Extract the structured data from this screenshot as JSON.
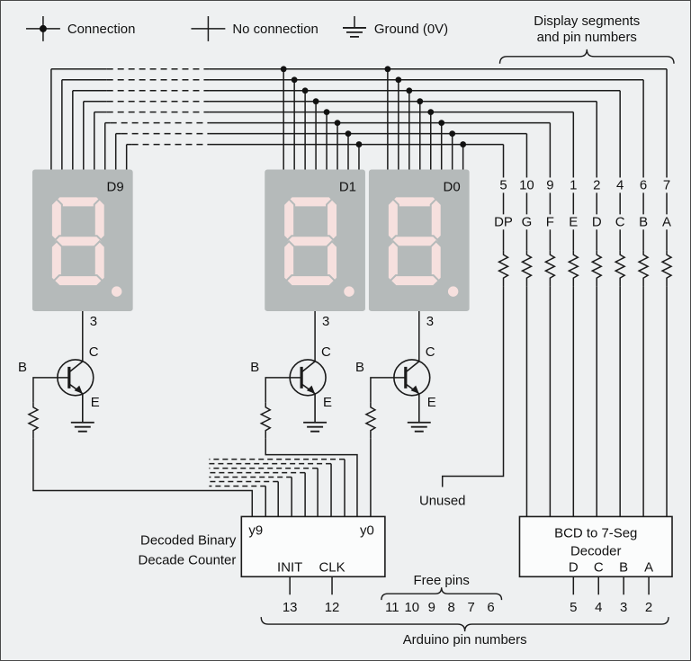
{
  "legend": {
    "connection": "Connection",
    "no_connection": "No connection",
    "ground": "Ground (0V)"
  },
  "notes": {
    "display_segments_line1": "Display segments",
    "display_segments_line2": "and pin numbers",
    "free_pins": "Free pins",
    "arduino_pins": "Arduino pin numbers",
    "unused": "Unused"
  },
  "displays": [
    {
      "label": "D9",
      "common_pin": "3"
    },
    {
      "label": "D1",
      "common_pin": "3"
    },
    {
      "label": "D0",
      "common_pin": "3"
    }
  ],
  "segments": {
    "pins": [
      "5",
      "10",
      "9",
      "1",
      "2",
      "4",
      "6",
      "7"
    ],
    "letters": [
      "DP",
      "G",
      "F",
      "E",
      "D",
      "C",
      "B",
      "A"
    ]
  },
  "transistor": {
    "base": "B",
    "collector": "C",
    "emitter": "E"
  },
  "counter": {
    "title_line1": "Decoded Binary",
    "title_line2": "Decade Counter",
    "out_left": "y9",
    "out_right": "y0",
    "input1": "INIT",
    "input2": "CLK",
    "pin1": "13",
    "pin2": "12"
  },
  "free_pin_numbers": [
    "11",
    "10",
    "9",
    "8",
    "7",
    "6"
  ],
  "decoder": {
    "title_line1": "BCD to 7-Seg",
    "title_line2": "Decoder",
    "inputs": [
      "D",
      "C",
      "B",
      "A"
    ],
    "pins": [
      "5",
      "4",
      "3",
      "2"
    ]
  },
  "colors": {
    "background": "#eef0f1",
    "display_body": "#b5baba",
    "segment_off": "#f6e0de",
    "wire": "#1b1b1b",
    "box_fill": "#fbfcfc"
  }
}
